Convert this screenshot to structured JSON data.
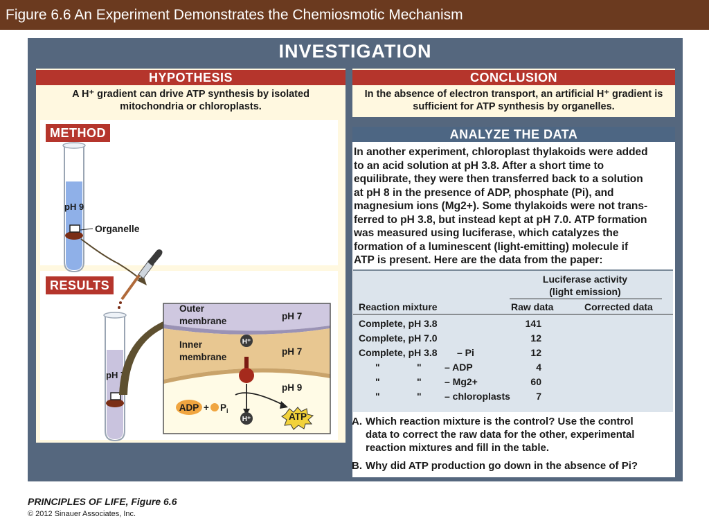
{
  "title": "Figure 6.6  An Experiment Demonstrates the Chemiosmotic Mechanism",
  "investigation": "INVESTIGATION",
  "hypothesis": {
    "heading": "HYPOTHESIS",
    "text": "A H⁺ gradient can drive ATP synthesis by isolated mitochondria or chloroplasts."
  },
  "conclusion": {
    "heading": "CONCLUSION",
    "text": "In the absence of electron transport, an artificial H⁺ gradient is sufficient for ATP synthesis by organelles."
  },
  "method": {
    "heading": "METHOD",
    "tube_ph": "pH 9",
    "organelle": "Organelle"
  },
  "results": {
    "heading": "RESULTS",
    "tube_ph": "pH 7",
    "outer_membrane": [
      "Outer",
      "membrane"
    ],
    "inner_membrane": [
      "Inner",
      "membrane"
    ],
    "ph_top": "pH 7",
    "ph_mid": "pH 7",
    "ph_bottom": "pH 9",
    "hplus": "H⁺",
    "adp": "ADP",
    "plus": "+",
    "pi": "P",
    "pi_sub": "i",
    "atp": "ATP"
  },
  "analyze": {
    "heading": "ANALYZE THE DATA",
    "lines": [
      "In another experiment, chloroplast thylakoids were added",
      "to an acid solution at pH 3.8. After a short time to",
      "equilibrate, they were then transferred back to a solution",
      "at pH 8 in the presence of ADP, phosphate (Pi), and",
      "magnesium ions (Mg2+). Some thylakoids were not trans-",
      "ferred to pH 3.8, but instead kept at pH 7.0. ATP formation",
      "was measured using luciferase, which catalyzes the",
      "formation of a luminescent (light-emitting) molecule if",
      "ATP is present. Here are the data from the paper:"
    ]
  },
  "table": {
    "group_header": [
      "Luciferase activity",
      "(light emission)"
    ],
    "col_mixture": "Reaction mixture",
    "col_raw": "Raw data",
    "col_corrected": "Corrected data",
    "rows": [
      {
        "a": "Complete, pH 3.8",
        "b": "",
        "c": "",
        "raw": "141"
      },
      {
        "a": "Complete, pH 7.0",
        "b": "",
        "c": "",
        "raw": "12"
      },
      {
        "a": "Complete, pH 3.8",
        "b": "",
        "c": "– Pi",
        "raw": "12"
      },
      {
        "a": "\"",
        "b": "\"",
        "c": "– ADP",
        "raw": "4"
      },
      {
        "a": "\"",
        "b": "\"",
        "c": "– Mg2+",
        "raw": "60"
      },
      {
        "a": "\"",
        "b": "\"",
        "c": "– chloroplasts",
        "raw": "7"
      }
    ]
  },
  "questions": [
    {
      "label": "A.",
      "lines": [
        "Which reaction mixture is the control? Use the control",
        "data to correct the raw data for the other, experimental",
        "reaction mixtures and fill in the table."
      ]
    },
    {
      "label": "B.",
      "lines": [
        "Why did ATP production go down in the absence of Pi?"
      ]
    }
  ],
  "footer": {
    "book": "PRINCIPLES OF LIFE, Figure 6.6",
    "copyright": "© 2012 Sinauer Associates, Inc."
  },
  "colors": {
    "title_bar": "#6b3a1f",
    "panel": "#55677e",
    "red_bar": "#b5352c",
    "blue_bar": "#4d6683",
    "cream": "#fff8e0",
    "table_bg": "#dce4ec"
  }
}
